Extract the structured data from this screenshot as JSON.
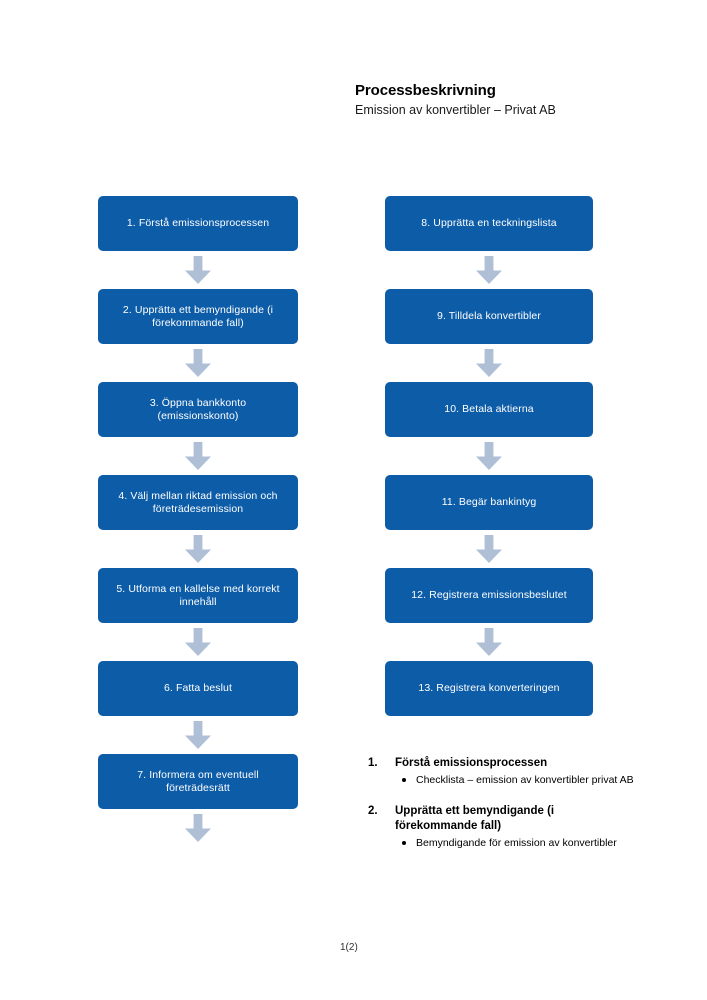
{
  "header": {
    "title": "Processbeskrivning",
    "subtitle": "Emission av konvertibler – Privat AB"
  },
  "flowchart": {
    "node_color": "#0D5CA8",
    "arrow_color": "#AFC0D6",
    "left_column": [
      {
        "label": "1. Förstå emissionsprocessen"
      },
      {
        "label": "2. Upprätta ett bemyndigande (i förekommande fall)"
      },
      {
        "label": "3. Öppna bankkonto (emissionskonto)"
      },
      {
        "label": "4. Välj mellan riktad emission och företrädesemission"
      },
      {
        "label": "5. Utforma en kallelse med korrekt innehåll"
      },
      {
        "label": "6. Fatta beslut"
      },
      {
        "label": "7. Informera om eventuell företrädesrätt"
      }
    ],
    "right_column": [
      {
        "label": "8. Upprätta en teckningslista"
      },
      {
        "label": "9. Tilldela konvertibler"
      },
      {
        "label": "10. Betala aktierna"
      },
      {
        "label": "11. Begär bankintyg"
      },
      {
        "label": "12. Registrera emissionsbeslutet"
      },
      {
        "label": "13. Registrera konverteringen"
      }
    ]
  },
  "detail_list": [
    {
      "number": "1.",
      "title": "Förstå emissionsprocessen",
      "bullets": [
        "Checklista – emission av konvertibler privat AB"
      ]
    },
    {
      "number": "2.",
      "title": "Upprätta ett bemyndigande (i förekommande fall)",
      "bullets": [
        "Bemyndigande för emission av konvertibler"
      ]
    }
  ],
  "footer": {
    "page_number": "1(2)"
  }
}
